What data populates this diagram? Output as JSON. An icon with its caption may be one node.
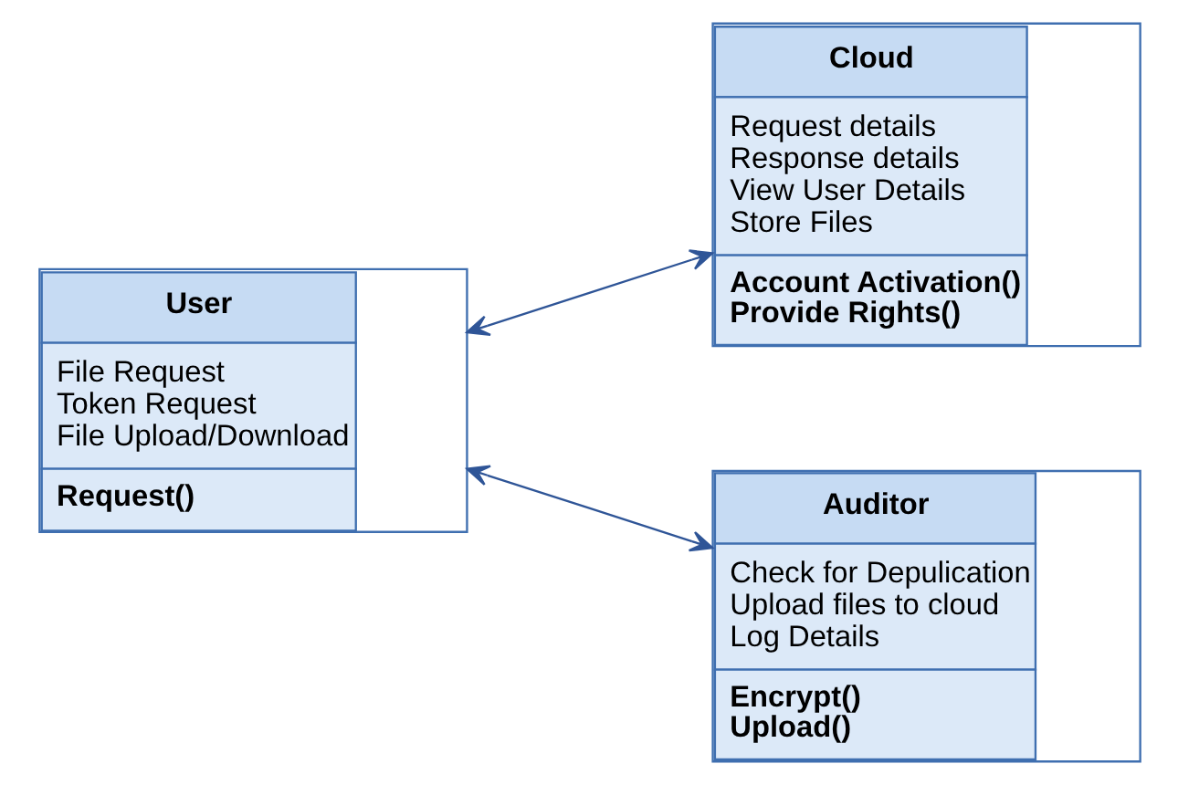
{
  "diagram": {
    "nodes": [
      {
        "text": [
          "User",
          "File Request",
          "Token Request",
          "File Upload/Download",
          "Request()"
        ]
      },
      {
        "text": [
          "Cloud",
          "Request details",
          "Response details",
          "View User Details",
          "Store Files",
          "Account Activation()",
          "Provide Rights()"
        ]
      },
      {
        "text": [
          "Auditor",
          "Check for Depulication",
          "Upload files to cloud",
          "Log Details",
          "Encrypt()",
          "Upload()"
        ]
      }
    ],
    "edges": [
      {
        "from": 0,
        "to": 1,
        "arrow": "both"
      },
      {
        "from": 0,
        "to": 2,
        "arrow": "both"
      }
    ]
  }
}
